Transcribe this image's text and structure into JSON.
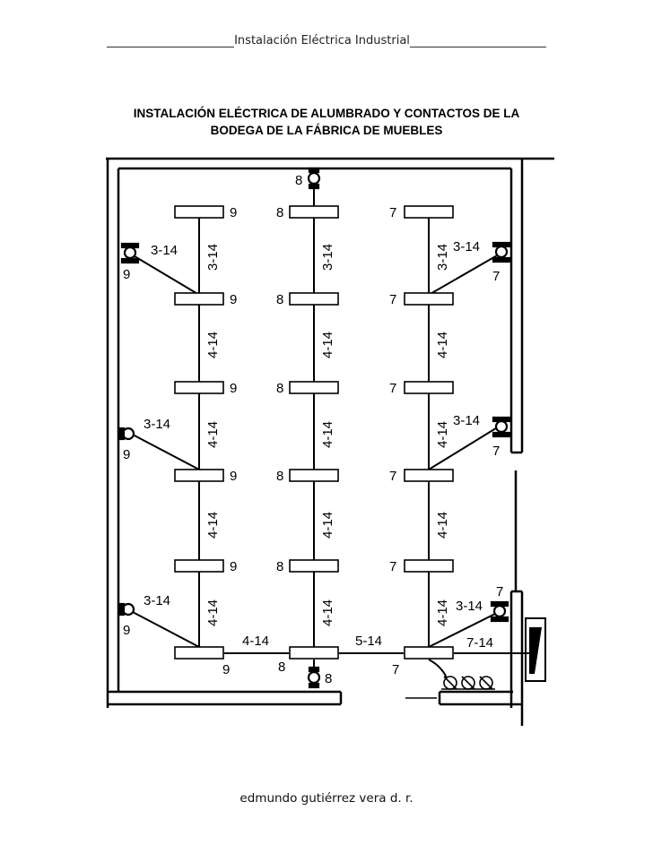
{
  "header": {
    "text": "Instalación Eléctrica Industrial"
  },
  "title": {
    "line1": "INSTALACIÓN ELÉCTRICA DE ALUMBRADO Y CONTACTOS DE LA",
    "line2": "BODEGA DE LA FÁBRICA DE MUEBLES"
  },
  "footer": {
    "text": "edmundo gutiérrez vera d. r."
  },
  "plan": {
    "circuit_left": "9",
    "circuit_center": "8",
    "circuit_right": "7",
    "run_3_14": "3-14",
    "run_4_14": "4-14",
    "run_5_14": "5-14",
    "run_7_14": "7-14"
  }
}
